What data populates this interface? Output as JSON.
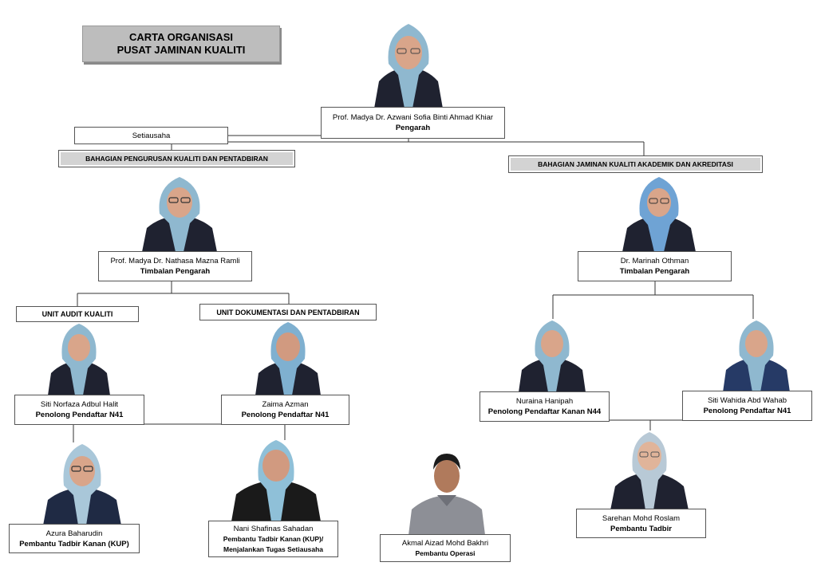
{
  "title": {
    "line1": "CARTA ORGANISASI",
    "line2": "PUSAT JAMINAN KUALITI"
  },
  "director": {
    "name": "Prof. Madya Dr. Azwani Sofia Binti Ahmad Khiar",
    "role": "Pengarah"
  },
  "secretary": {
    "label": "Setiausaha"
  },
  "divisions": {
    "left": "BAHAGIAN PENGURUSAN KUALITI DAN PENTADBIRAN",
    "right": "BAHAGIAN JAMINAN KUALITI AKADEMIK DAN AKREDITASI"
  },
  "deputy_left": {
    "name": "Prof. Madya Dr. Nathasa Mazna Ramli",
    "role": "Timbalan Pengarah"
  },
  "deputy_right": {
    "name": "Dr. Marinah Othman",
    "role": "Timbalan Pengarah"
  },
  "units": {
    "audit": "UNIT AUDIT KUALITI",
    "docs": "UNIT DOKUMENTASI DAN PENTADBIRAN"
  },
  "staff": {
    "norfaza": {
      "name": "Siti Norfaza Adbul Halit",
      "role": "Penolong Pendaftar N41"
    },
    "zaima": {
      "name": "Zaima Azman",
      "role": "Penolong Pendaftar N41"
    },
    "nuraina": {
      "name": "Nuraina Hanipah",
      "role": "Penolong Pendaftar Kanan N44"
    },
    "wahida": {
      "name": "Siti Wahida Abd Wahab",
      "role": "Penolong Pendaftar N41"
    },
    "azura": {
      "name": "Azura Baharudin",
      "role": "Pembantu Tadbir Kanan (KUP)"
    },
    "nani": {
      "name": "Nani Shafinas Sahadan",
      "role1": "Pembantu Tadbir Kanan (KUP)/",
      "role2": "Menjalankan Tugas Setiausaha"
    },
    "akmal": {
      "name": "Akmal Aizad Mohd Bakhri",
      "role": "Pembantu Operasi"
    },
    "sarehan": {
      "name": "Sarehan Mohd Roslam",
      "role": "Pembantu Tadbir"
    }
  },
  "colors": {
    "hijab_blue": "#8fb8cf",
    "jacket": "#1f2230",
    "skin": "#d9a58a",
    "section_fill": "#d3d3d3"
  }
}
